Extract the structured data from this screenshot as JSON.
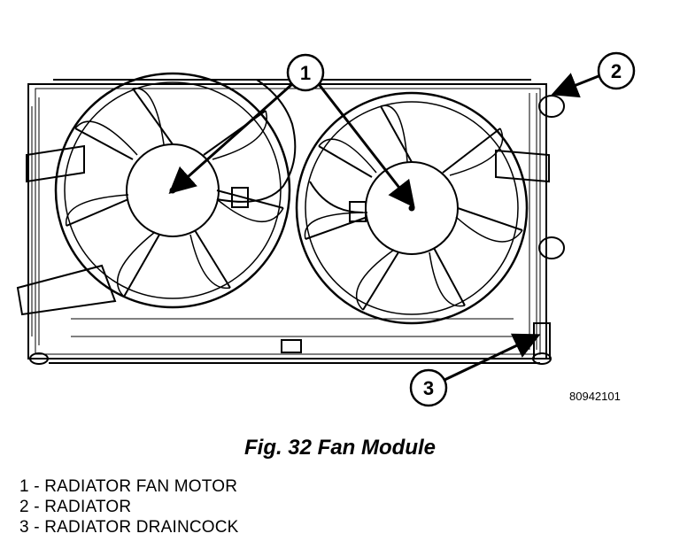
{
  "figure": {
    "callouts": [
      "1",
      "2",
      "3"
    ],
    "image_number": "80942101"
  },
  "caption": "Fig. 32 Fan Module",
  "legend": [
    "1 - RADIATOR FAN MOTOR",
    "2 - RADIATOR",
    "3 - RADIATOR DRAINCOCK"
  ]
}
